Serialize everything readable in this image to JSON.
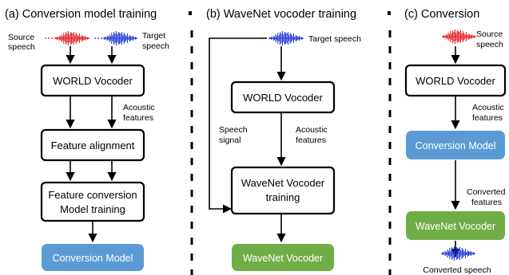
{
  "panels": {
    "a": {
      "title": "(a) Conversion model training",
      "source_label_1": "Source",
      "source_label_2": "speech",
      "target_label_1": "Target",
      "target_label_2": "speech",
      "world": "WORLD Vocoder",
      "acoustic_1": "Acoustic",
      "acoustic_2": "features",
      "alignment": "Feature alignment",
      "conv_train_1": "Feature conversion",
      "conv_train_2": "Model training",
      "conv_model": "Conversion Model"
    },
    "b": {
      "title": "(b) WaveNet vocoder training",
      "target_label": "Target speech",
      "world": "WORLD Vocoder",
      "speech_signal_1": "Speech",
      "speech_signal_2": "signal",
      "acoustic_1": "Acoustic",
      "acoustic_2": "features",
      "wavenet_train_1": "WaveNet Vocoder",
      "wavenet_train_2": "training",
      "wavenet": "WaveNet Vocoder"
    },
    "c": {
      "title": "(c) Conversion",
      "source_label_1": "Source",
      "source_label_2": "speech",
      "world": "WORLD Vocoder",
      "acoustic_1": "Acoustic",
      "acoustic_2": "features",
      "conv_model": "Conversion Model",
      "converted_1": "Converted",
      "converted_2": "features",
      "wavenet": "WaveNet Vocoder",
      "converted_speech": "Converted speech"
    }
  },
  "colors": {
    "source_wave": "#e0161c",
    "target_wave": "#1a2fd6",
    "converted_wave": "#1a2fd6",
    "conversion_model_fill": "#5b9bd5",
    "wavenet_fill": "#70ad47",
    "box_border": "#000000"
  }
}
